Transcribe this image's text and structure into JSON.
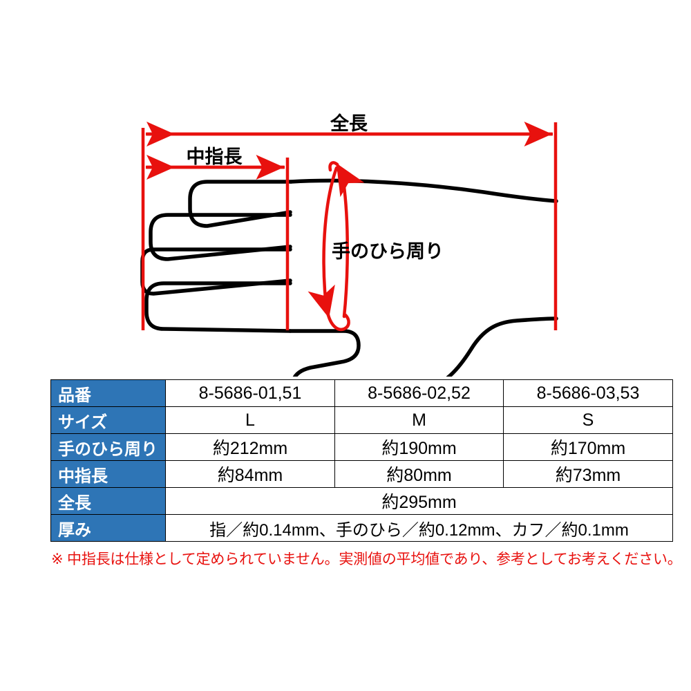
{
  "diagram": {
    "labels": {
      "total_length": "全長",
      "middle_finger_length": "中指長",
      "palm_circumference": "手のひら周り"
    },
    "colors": {
      "dimension_line": "#E8110E",
      "glove_outline": "#000000"
    },
    "shape": "glove-outline-left-hand-fingers-pointing-left"
  },
  "table": {
    "row_headers": [
      "品番",
      "サイズ",
      "手のひら周り",
      "中指長",
      "全長",
      "厚み"
    ],
    "rows": [
      {
        "header": "品番",
        "values": [
          "8-5686-01,51",
          "8-5686-02,52",
          "8-5686-03,53"
        ]
      },
      {
        "header": "サイズ",
        "values": [
          "L",
          "M",
          "S"
        ]
      },
      {
        "header": "手のひら周り",
        "values": [
          "約212mm",
          "約190mm",
          "約170mm"
        ]
      },
      {
        "header": "中指長",
        "values": [
          "約84mm",
          "約80mm",
          "約73mm"
        ]
      },
      {
        "header": "全長",
        "span_value": "約295mm"
      },
      {
        "header": "厚み",
        "span_value": "指／約0.14mm、手のひら／約0.12mm、カフ／約0.1mm"
      }
    ],
    "header_bg": "#2E75B6",
    "header_text_color": "#FFFFFF"
  },
  "footnote": {
    "text": "※ 中指長は仕様として定められていません。実測値の平均値であり、参考としてお考えください。",
    "color": "#E8110E"
  }
}
